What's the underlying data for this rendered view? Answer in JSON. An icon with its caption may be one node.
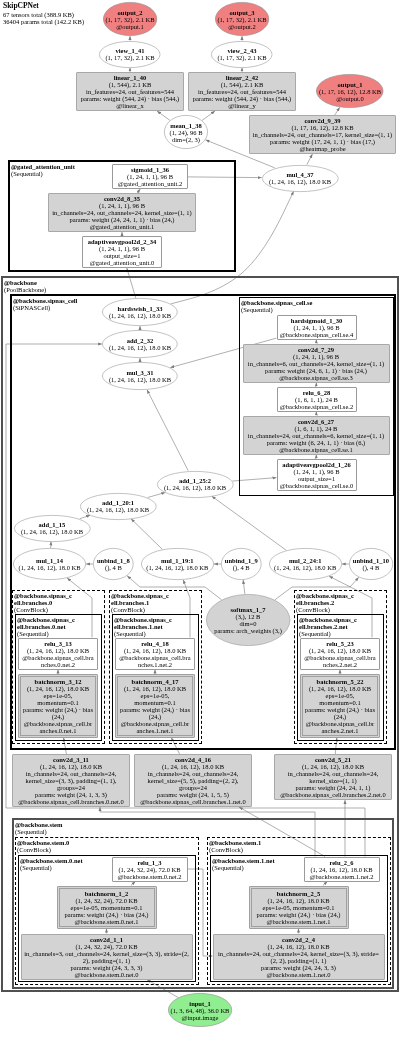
{
  "diagram": {
    "title": "SkipCPNet",
    "labels": [
      "67 tensors total (388.9 KB)",
      "36404 params total (142.2 KB)"
    ],
    "nodes": [
      {
        "text": [
          "output_3",
          "(1, 17, 32), 2.1 KB",
          "@output.2"
        ]
      },
      {
        "text": [
          "output_2",
          "(1, 17, 32), 2.1 KB",
          "@output.1"
        ]
      },
      {
        "text": [
          "view_1_41",
          "(1, 17, 32), 2.1 KB"
        ]
      },
      {
        "text": [
          "view_2_43",
          "(1, 17, 32), 2.1 KB"
        ]
      },
      {
        "text": [
          "linear_1_40",
          "(1, 544), 2.1 KB",
          "in_features=24, out_features=544",
          "params: weight (544, 24) · bias (544,)",
          "@linear_x"
        ]
      },
      {
        "text": [
          "linear_2_42",
          "(1, 544), 2.1 KB",
          "in_features=24, out_features=544",
          "params: weight (544, 24) · bias (544,)",
          "@linear_y"
        ]
      },
      {
        "text": [
          "output_1",
          "(1, 17, 16, 12), 12.8 KB",
          "@output.0"
        ]
      },
      {
        "text": [
          "mean_1_38",
          "(1, 24), 96 B",
          "dim=(2, 3)"
        ]
      },
      {
        "text": [
          "conv2d_9_39",
          "(1, 17, 16, 12), 12.8 KB",
          "in_channels=24, out_channels=17, kernel_size=(1, 1)",
          "params: weight (17, 24, 1, 1) · bias (17,)",
          "@heatmap_probe"
        ]
      },
      {
        "text": [
          "mul_4_37",
          "(1, 24, 16, 12), 18.0 KB"
        ]
      },
      {
        "text": [
          "@gated_attention_unit",
          "(Sequential)"
        ]
      },
      {
        "text": [
          "sigmoid_1_36",
          "(1, 24, 1, 1), 96 B",
          "@gated_attention_unit.2"
        ],
        "in": 10
      },
      {
        "text": [
          "conv2d_8_35",
          "(1, 24, 1, 1), 96 B",
          "in_channels=24, out_channels=24, kernel_size=(1, 1)",
          "params: weight (24, 24, 1, 1) · bias (24,)",
          "@gated_attention_unit.1"
        ],
        "in": 10
      },
      {
        "text": [
          "adaptiveavgpool2d_2_34",
          "(1, 24, 1, 1), 96 B",
          "output_size=1",
          "@gated_attention_unit.0"
        ],
        "in": 10
      },
      {
        "text": [
          "@backbone",
          "(PoolBackbone)"
        ]
      },
      {
        "text": [
          "@backbone.sipnas_cell",
          "(SiPNASCell)"
        ],
        "in": 14
      },
      {
        "text": [
          "hardswish_1_33",
          "(1, 24, 16, 12), 18.0 KB"
        ],
        "in": 15
      },
      {
        "text": [
          "add_2_32",
          "(1, 24, 16, 12), 18.0 KB"
        ],
        "in": 15
      },
      {
        "text": [
          "mul_3_31",
          "(1, 24, 16, 12), 18.0 KB"
        ],
        "in": 15
      },
      {
        "text": [
          "@backbone.sipnas_cell.se",
          "(Sequential)"
        ],
        "in": 15
      },
      {
        "text": [
          "hardsigmoid_1_30",
          "(1, 24, 1, 1), 96 B",
          "@backbone.sipnas_cell.se.4"
        ],
        "in": 19
      },
      {
        "text": [
          "conv2d_7_29",
          "(1, 24, 1, 1), 96 B",
          "in_channels=6, out_channels=24, kernel_size=(1, 1)",
          "params: weight (24, 6, 1, 1) · bias (24,)",
          "@backbone.sipnas_cell.se.3"
        ],
        "in": 19
      },
      {
        "text": [
          "relu_6_28",
          "(1, 6, 1, 1), 24 B",
          "@backbone.sipnas_cell.se.2"
        ],
        "in": 19
      },
      {
        "text": [
          "conv2d_6_27",
          "(1, 6, 1, 1), 24 B",
          "in_channels=24, out_channels=6, kernel_size=(1, 1)",
          "params: weight (6, 24, 1, 1) · bias (6,)",
          "@backbone.sipnas_cell.se.1"
        ],
        "in": 19
      },
      {
        "text": [
          "adaptiveavgpool2d_1_26",
          "(1, 24, 1, 1), 96 B",
          "output_size=1",
          "@backbone.sipnas_cell.se.0"
        ],
        "in": 19
      },
      {
        "text": [
          "add_1_25:2",
          "(1, 24, 16, 12), 18.0 KB"
        ],
        "in": 15
      },
      {
        "text": [
          "add_1_20:1",
          "(1, 24, 16, 12), 18.0 KB"
        ],
        "in": 15
      },
      {
        "text": [
          "add_1_15",
          "(1, 24, 16, 12), 18.0 KB"
        ],
        "in": 15
      },
      {
        "text": [
          "mul_1_14",
          "(1, 24, 16, 12), 18.0 KB"
        ],
        "in": 15
      },
      {
        "text": [
          "mul_1_19:1",
          "(1, 24, 16, 12), 18.0 KB"
        ],
        "in": 15
      },
      {
        "text": [
          "mul_2_24:1",
          "(1, 24, 16, 12), 18.0 KB"
        ],
        "in": 15
      },
      {
        "text": [
          "@backbone.sipnas_cell.branches.0",
          "(ConvBlock)"
        ],
        "in": 15
      },
      {
        "text": [
          "@backbone.sipnas_cell.branches.0.net",
          "(Sequential)"
        ],
        "in": 31
      },
      {
        "text": [
          "relu_3_13",
          "(1, 24, 16, 12), 18.0 KB",
          "@backbone.sipnas_cell.branches.0.net.2"
        ],
        "in": 32
      },
      {
        "text": [
          "batchnorm_3_12",
          "(1, 24, 16, 12), 18.0 KB",
          "eps=1e-05, momentum=0.1",
          "params: weight (24,) · bias (24,)",
          "@backbone.sipnas_cell.branches.0.net.1"
        ],
        "in": 32
      },
      {
        "text": [
          "unbind_1_8",
          "(), 4 B"
        ],
        "in": 15
      },
      {
        "text": [
          "unbind_1_9",
          "(), 4 B"
        ],
        "in": 15
      },
      {
        "text": [
          "unbind_1_10",
          "(), 4 B"
        ],
        "in": 15
      },
      {
        "text": [
          "softmax_1_7",
          "(3,), 12 B",
          "dim=0",
          "params: arch_weights (3,)"
        ],
        "in": 15
      },
      {
        "text": [
          "@backbone.sipnas_cell.branches.1",
          "(ConvBlock)"
        ],
        "in": 15
      },
      {
        "text": [
          "@backbone.sipnas_cell.branches.1.net",
          "(Sequential)"
        ],
        "in": 39
      },
      {
        "text": [
          "relu_4_18",
          "(1, 24, 16, 12), 18.0 KB",
          "@backbone.sipnas_cell.branches.1.net.2"
        ],
        "in": 40
      },
      {
        "text": [
          "batchnorm_4_17",
          "(1, 24, 16, 12), 18.0 KB",
          "eps=1e-05, momentum=0.1",
          "params: weight (24,) · bias (24,)",
          "@backbone.sipnas_cell.branches.1.net.1"
        ],
        "in": 40
      },
      {
        "text": [
          "@backbone.sipnas_cell.branches.2",
          "(ConvBlock)"
        ],
        "in": 15
      },
      {
        "text": [
          "@backbone.sipnas_cell.branches.2.net",
          "(Sequential)"
        ],
        "in": 43
      },
      {
        "text": [
          "relu_5_23",
          "(1, 24, 16, 12), 18.0 KB",
          "@backbone.sipnas_cell.branches.2.net.2"
        ],
        "in": 44
      },
      {
        "text": [
          "batchnorm_5_22",
          "(1, 24, 16, 12), 18.0 KB",
          "eps=1e-05, momentum=0.1",
          "params: weight (24,) · bias (24,)",
          "@backbone.sipnas_cell.branches.2.net.1"
        ],
        "in": 44
      },
      {
        "text": [
          "conv2d_3_11",
          "(1, 24, 16, 12), 18.0 KB",
          "in_channels=24, out_channels=24, kernel_size=(3, 3), padding=(1, 1), groups=24",
          "params: weight (24, 1, 3, 3)",
          "@backbone.sipnas_cell.branches.0.net.0"
        ],
        "in": 14
      },
      {
        "text": [
          "conv2d_4_16",
          "(1, 24, 16, 12), 18.0 KB",
          "in_channels=24, out_channels=24, kernel_size=(5, 5), padding=(2, 2), groups=24",
          "params: weight (24, 1, 5, 5)",
          "@backbone.sipnas_cell.branches.1.net.0"
        ],
        "in": 14
      },
      {
        "text": [
          "conv2d_5_21",
          "(1, 24, 16, 12), 18.0 KB",
          "in_channels=24, out_channels=24, kernel_size=(1, 1)",
          "params: weight (24, 24, 1, 1)",
          "@backbone.sipnas_cell.branches.2.net.0"
        ],
        "in": 14
      },
      {
        "text": [
          "@backbone.stem",
          "(Sequential)"
        ],
        "in": 14
      },
      {
        "text": [
          "@backbone.stem.1",
          "(ConvBlock)"
        ],
        "in": 50
      },
      {
        "text": [
          "@backbone.stem.1.net",
          "(Sequential)"
        ],
        "in": 51
      },
      {
        "text": [
          "relu_2_6",
          "(1, 24, 16, 12), 18.0 KB",
          "@backbone.stem.1.net.2"
        ],
        "in": 52
      },
      {
        "text": [
          "batchnorm_2_5",
          "(1, 24, 16, 12), 18.0 KB",
          "eps=1e-05, momentum=0.1",
          "params: weight (24,) · bias (24,)",
          "@backbone.stem.1.net.1"
        ],
        "in": 52
      },
      {
        "text": [
          "conv2d_2_4",
          "(1, 24, 16, 12), 18.0 KB",
          "in_channels=24, out_channels=24, kernel_size=(3, 3), stride=(2, 2), padding=(1, 1)",
          "params: weight (24, 24, 3, 3)",
          "@backbone.stem.1.net.0"
        ],
        "in": 52
      },
      {
        "text": [
          "@backbone.stem.0",
          "(ConvBlock)"
        ],
        "in": 50
      },
      {
        "text": [
          "@backbone.stem.0.net",
          "(Sequential)"
        ],
        "in": 56
      },
      {
        "text": [
          "relu_1_3",
          "(1, 24, 32, 24), 72.0 KB",
          "@backbone.stem.0.net.2"
        ],
        "in": 57
      },
      {
        "text": [
          "batchnorm_1_2",
          "(1, 24, 32, 24), 72.0 KB",
          "eps=1e-05, momentum=0.1",
          "params: weight (24,) · bias (24,)",
          "@backbone.stem.0.net.1"
        ],
        "in": 57
      },
      {
        "text": [
          "conv2d_1_1",
          "(1, 24, 32, 24), 72.0 KB",
          "in_channels=3, out_channels=24, kernel_size=(3, 3), stride=(2, 2), padding=(1, 1)",
          "params: weight (24, 3, 3, 3)",
          "@backbone.stem.0.net.0"
        ],
        "in": 57
      },
      {
        "text": [
          "input_1",
          "(1, 3, 64, 48), 36.0 KB",
          "@input.image"
        ]
      }
    ],
    "edges": [
      {
        "from": 61,
        "to": 60,
        "arrow": "to"
      },
      {
        "from": 60,
        "to": 59,
        "arrow": "to"
      },
      {
        "from": 59,
        "to": 58,
        "arrow": "to"
      },
      {
        "from": 58,
        "to": 55,
        "arrow": "to"
      },
      {
        "from": 55,
        "to": 54,
        "arrow": "to"
      },
      {
        "from": 54,
        "to": 53,
        "arrow": "to"
      },
      {
        "from": 53,
        "to": 47,
        "arrow": "to"
      },
      {
        "from": 53,
        "to": 48,
        "arrow": "to"
      },
      {
        "from": 53,
        "to": 49,
        "arrow": "to"
      },
      {
        "from": 53,
        "to": 17,
        "arrow": "to"
      },
      {
        "from": 47,
        "to": 34,
        "arrow": "to"
      },
      {
        "from": 34,
        "to": 33,
        "arrow": "to"
      },
      {
        "from": 33,
        "to": 28,
        "arrow": "to"
      },
      {
        "from": 48,
        "to": 42,
        "arrow": "to"
      },
      {
        "from": 42,
        "to": 41,
        "arrow": "to"
      },
      {
        "from": 41,
        "to": 29,
        "arrow": "to"
      },
      {
        "from": 49,
        "to": 46,
        "arrow": "to"
      },
      {
        "from": 46,
        "to": 45,
        "arrow": "to"
      },
      {
        "from": 45,
        "to": 30,
        "arrow": "to"
      },
      {
        "from": 38,
        "to": 35,
        "arrow": "to"
      },
      {
        "from": 38,
        "to": 36,
        "arrow": "to"
      },
      {
        "from": 38,
        "to": 37,
        "arrow": "to"
      },
      {
        "from": 35,
        "to": 28,
        "arrow": "to"
      },
      {
        "from": 36,
        "to": 29,
        "arrow": "to"
      },
      {
        "from": 37,
        "to": 30,
        "arrow": "to"
      },
      {
        "from": 28,
        "to": 27,
        "arrow": "to"
      },
      {
        "from": 27,
        "to": 26,
        "arrow": "to"
      },
      {
        "from": 29,
        "to": 26,
        "arrow": "to"
      },
      {
        "from": 26,
        "to": 25,
        "arrow": "to"
      },
      {
        "from": 30,
        "to": 25,
        "arrow": "to"
      },
      {
        "from": 25,
        "to": 24,
        "arrow": "to"
      },
      {
        "from": 25,
        "to": 18,
        "arrow": "to"
      },
      {
        "from": 24,
        "to": 23,
        "arrow": "to"
      },
      {
        "from": 23,
        "to": 22,
        "arrow": "to"
      },
      {
        "from": 22,
        "to": 21,
        "arrow": "to"
      },
      {
        "from": 21,
        "to": 20,
        "arrow": "to"
      },
      {
        "from": 20,
        "to": 18,
        "arrow": "to"
      },
      {
        "from": 18,
        "to": 17,
        "arrow": "to"
      },
      {
        "from": 17,
        "to": 16,
        "arrow": "to"
      },
      {
        "from": 16,
        "to": 13,
        "arrow": "to"
      },
      {
        "from": 16,
        "to": 9,
        "arrow": "to"
      },
      {
        "from": 13,
        "to": 12,
        "arrow": "to"
      },
      {
        "from": 12,
        "to": 11,
        "arrow": "to"
      },
      {
        "from": 11,
        "to": 9,
        "arrow": "to"
      },
      {
        "from": 9,
        "to": 7,
        "arrow": "to"
      },
      {
        "from": 9,
        "to": 8,
        "arrow": "to"
      },
      {
        "from": 8,
        "to": 6,
        "arrow": "to"
      },
      {
        "from": 7,
        "to": 4,
        "arrow": "to"
      },
      {
        "from": 7,
        "to": 5,
        "arrow": "to"
      },
      {
        "from": 4,
        "to": 2,
        "arrow": "to"
      },
      {
        "from": 2,
        "to": 1,
        "arrow": "to"
      },
      {
        "from": 5,
        "to": 3,
        "arrow": "to"
      },
      {
        "from": 3,
        "to": 0,
        "arrow": "to"
      }
    ]
  }
}
